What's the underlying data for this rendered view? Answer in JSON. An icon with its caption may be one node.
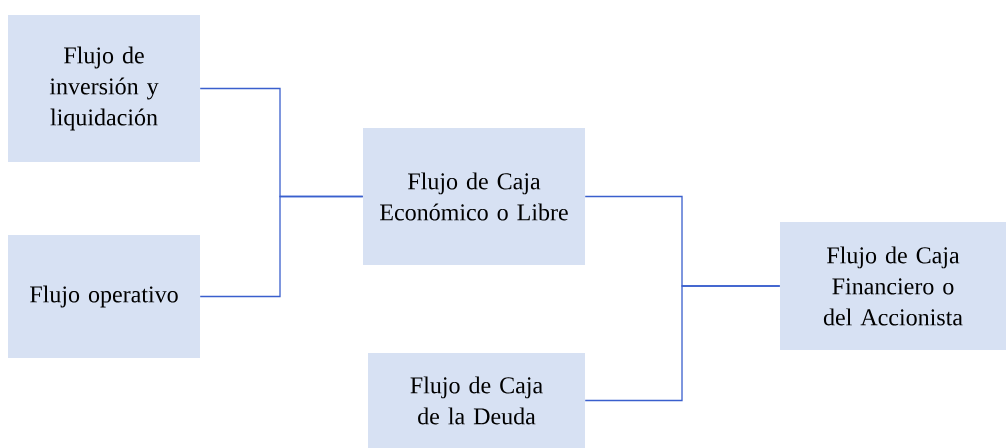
{
  "diagram": {
    "nodes": [
      {
        "text": [
          "Flujo de inversión y liquidación"
        ]
      },
      {
        "text": [
          "Flujo operativo"
        ]
      },
      {
        "text": [
          "Flujo de Caja Económico o Libre"
        ]
      },
      {
        "text": [
          "Flujo de Caja de la Deuda"
        ]
      },
      {
        "text": [
          "Flujo de Caja Financiero o del Accionista"
        ]
      }
    ],
    "edges": [
      {
        "from": 0,
        "to": 2,
        "arrow": "none"
      },
      {
        "from": 1,
        "to": 2,
        "arrow": "none"
      },
      {
        "from": 2,
        "to": 4,
        "arrow": "none"
      },
      {
        "from": 3,
        "to": 4,
        "arrow": "none"
      }
    ]
  }
}
